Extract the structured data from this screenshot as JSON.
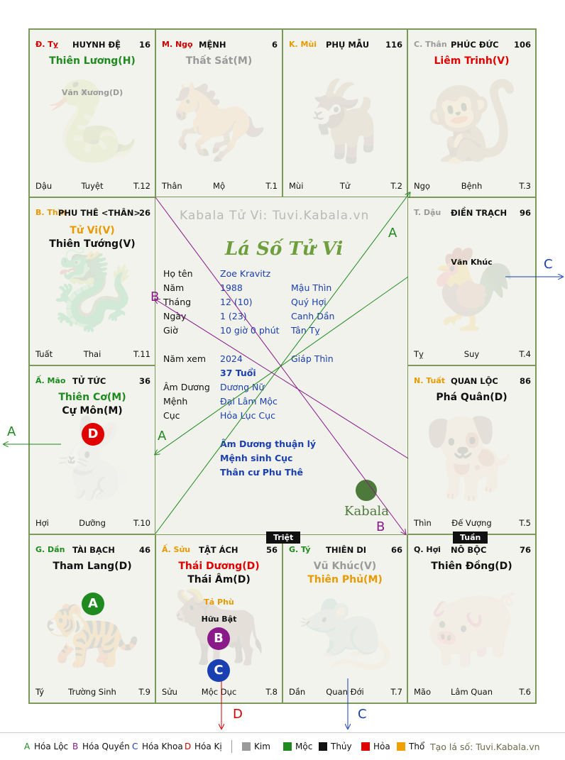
{
  "palaces": [
    {
      "can": "Đ. Tỵ",
      "can_color": "#d00000",
      "name": "HUYNH ĐỆ",
      "num": "16",
      "stars": [
        {
          "text": "Thiên Lương(H)",
          "color": "#1f8a1f"
        }
      ],
      "minors": [
        {
          "text": "Văn Xương(D)",
          "color": "#9a9a9a"
        }
      ],
      "bottom": [
        "Dậu",
        "Tuyệt",
        "T.12"
      ]
    },
    {
      "can": "M. Ngọ",
      "can_color": "#d00000",
      "name": "MỆNH",
      "num": "6",
      "stars": [
        {
          "text": "Thất Sát(M)",
          "color": "#9a9a9a"
        }
      ],
      "minors": [],
      "bottom": [
        "Thân",
        "Mộ",
        "T.1"
      ]
    },
    {
      "can": "K. Mùi",
      "can_color": "#e89a00",
      "name": "PHỤ MẪU",
      "num": "116",
      "stars": [],
      "minors": [],
      "bottom": [
        "Mùi",
        "Tử",
        "T.2"
      ]
    },
    {
      "can": "C. Thân",
      "can_color": "#9a9a9a",
      "name": "PHÚC ĐỨC",
      "num": "106",
      "stars": [
        {
          "text": "Liêm Trinh(V)",
          "color": "#e00000"
        }
      ],
      "minors": [],
      "bottom": [
        "Ngọ",
        "Bệnh",
        "T.3"
      ]
    },
    {
      "can": "B. Thìn",
      "can_color": "#e89a00",
      "name": "PHU THÊ <THÂN>",
      "num": "26",
      "stars": [
        {
          "text": "Tử Vi(V)",
          "color": "#e89a00"
        },
        {
          "text": "Thiên Tướng(V)",
          "color": "#111111"
        }
      ],
      "minors": [],
      "bottom": [
        "Tuất",
        "Thai",
        "T.11"
      ]
    },
    {
      "can": "T. Dậu",
      "can_color": "#9a9a9a",
      "name": "ĐIỀN TRẠCH",
      "num": "96",
      "stars": [],
      "minors": [
        {
          "text": "Văn Khúc",
          "color": "#111111"
        }
      ],
      "bottom": [
        "Tỵ",
        "Suy",
        "T.4"
      ]
    },
    {
      "can": "Ấ. Mão",
      "can_color": "#1f8a1f",
      "name": "TỬ TỨC",
      "num": "36",
      "stars": [
        {
          "text": "Thiên Cơ(M)",
          "color": "#1f8a1f"
        },
        {
          "text": "Cự Môn(M)",
          "color": "#111111"
        }
      ],
      "minors": [],
      "bottom": [
        "Hợi",
        "Dưỡng",
        "T.10"
      ]
    },
    {
      "can": "N. Tuất",
      "can_color": "#e89a00",
      "name": "QUAN LỘC",
      "num": "86",
      "stars": [
        {
          "text": "Phá Quân(D)",
          "color": "#111111"
        }
      ],
      "minors": [],
      "bottom": [
        "Thìn",
        "Đế Vượng",
        "T.5"
      ]
    },
    {
      "can": "G. Dần",
      "can_color": "#1f8a1f",
      "name": "TÀI BẠCH",
      "num": "46",
      "stars": [
        {
          "text": "Tham Lang(D)",
          "color": "#111111"
        }
      ],
      "minors": [],
      "bottom": [
        "Tý",
        "Trường Sinh",
        "T.9"
      ]
    },
    {
      "can": "Ấ. Sửu",
      "can_color": "#e89a00",
      "name": "TẬT ÁCH",
      "num": "56",
      "stars": [
        {
          "text": "Thái Dương(D)",
          "color": "#e00000"
        },
        {
          "text": "Thái Âm(D)",
          "color": "#111111"
        }
      ],
      "minors": [
        {
          "text": "Tả Phù",
          "color": "#e89a00"
        },
        {
          "text": "Hữu Bật",
          "color": "#111111"
        }
      ],
      "bottom": [
        "Sửu",
        "Mộc Dục",
        "T.8"
      ]
    },
    {
      "can": "G. Tý",
      "can_color": "#1f8a1f",
      "name": "THIÊN DI",
      "num": "66",
      "stars": [
        {
          "text": "Vũ Khúc(V)",
          "color": "#9a9a9a"
        },
        {
          "text": "Thiên Phủ(M)",
          "color": "#e89a00"
        }
      ],
      "minors": [],
      "bottom": [
        "Dần",
        "Quan Đới",
        "T.7"
      ]
    },
    {
      "can": "Q. Hợi",
      "can_color": "#111111",
      "name": "NÔ BỘC",
      "num": "76",
      "stars": [
        {
          "text": "Thiên Đồng(D)",
          "color": "#111111"
        }
      ],
      "minors": [],
      "bottom": [
        "Mão",
        "Lâm Quan",
        "T.6"
      ]
    }
  ],
  "center": {
    "watermark": "Kabala Tử Vi: Tuvi.Kabala.vn",
    "title": "Lá Số Tử Vi",
    "rows": [
      {
        "label": "Họ tên",
        "value": "Zoe Kravitz",
        "extra": ""
      },
      {
        "label": "Năm",
        "value": "1988",
        "extra": "Mậu Thìn"
      },
      {
        "label": "Tháng",
        "value": "12 (10)",
        "extra": "Quý Hợi"
      },
      {
        "label": "Ngày",
        "value": "1 (23)",
        "extra": "Canh Dần"
      },
      {
        "label": "Giờ",
        "value": "10 giờ 0 phút",
        "extra": "Tân Tỵ"
      },
      {
        "label": "Năm xem",
        "value": "2024",
        "extra": "Giáp Thìn"
      },
      {
        "label": "",
        "value": "37 Tuổi",
        "extra": ""
      },
      {
        "label": "Âm Dương",
        "value": "Dương Nữ",
        "extra": ""
      },
      {
        "label": "Mệnh",
        "value": "Đại Lâm Mộc",
        "extra": ""
      },
      {
        "label": "Cục",
        "value": "Hỏa Lục Cục",
        "extra": ""
      }
    ],
    "notes": [
      "Âm Dương thuận lý",
      "Mệnh sinh Cục",
      "Thân cư Phu Thê"
    ],
    "brand": "Kabala"
  },
  "tags": {
    "triet": "Triệt",
    "tuan": "Tuần"
  },
  "markers": {
    "a": "A",
    "b": "B",
    "c": "C",
    "d": "D"
  },
  "arrow_labels": {
    "a": "A",
    "b": "B",
    "c": "C",
    "d": "D"
  },
  "legend": {
    "hoa": [
      {
        "key": "A",
        "label": "Hóa Lộc",
        "color": "#1f8a1f"
      },
      {
        "key": "B",
        "label": "Hóa Quyền",
        "color": "#8a1a8a"
      },
      {
        "key": "C",
        "label": "Hóa Khoa",
        "color": "#1a3fb0"
      },
      {
        "key": "D",
        "label": "Hóa Kị",
        "color": "#d00000"
      }
    ],
    "elements": [
      {
        "label": "Kim",
        "color": "#9a9a9a"
      },
      {
        "label": "Mộc",
        "color": "#1f8a1f"
      },
      {
        "label": "Thủy",
        "color": "#111111"
      },
      {
        "label": "Hỏa",
        "color": "#e00000"
      },
      {
        "label": "Thổ",
        "color": "#f0a000"
      }
    ],
    "credit": "Tạo lá số: Tuvi.Kabala.vn"
  }
}
